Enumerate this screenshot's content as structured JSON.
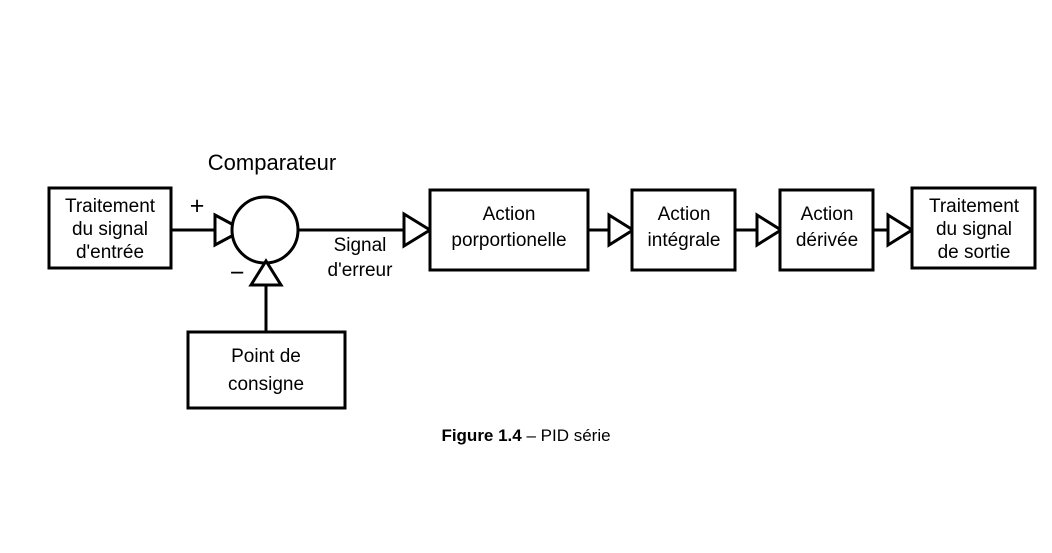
{
  "figure": {
    "caption_bold": "Figure 1.4",
    "caption_rest": " – PID série",
    "comparator_title": "Comparateur",
    "plus_sign": "+",
    "minus_sign": "−",
    "error_label_line1": "Signal",
    "error_label_line2": "d'erreur",
    "colors": {
      "stroke": "#000000",
      "fill": "#ffffff",
      "background": "#ffffff"
    }
  },
  "blocks": {
    "input": {
      "line1": "Traitement",
      "line2": "du signal",
      "line3": "d'entrée"
    },
    "setpoint": {
      "line1": "Point de",
      "line2": "consigne"
    },
    "proportional": {
      "line1": "Action",
      "line2": "porportionelle"
    },
    "integral": {
      "line1": "Action",
      "line2": "intégrale"
    },
    "derivative": {
      "line1": "Action",
      "line2": "dérivée"
    },
    "output": {
      "line1": "Traitement",
      "line2": "du signal",
      "line3": "de sortie"
    }
  }
}
